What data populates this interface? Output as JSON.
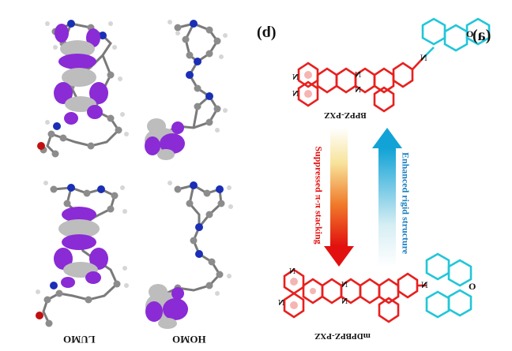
{
  "panel_labels": {
    "left": "(b)",
    "right": "(a)"
  },
  "molecules": {
    "top": "BPPZ-PXZ",
    "bottom": "mDPBPZ-PXZ"
  },
  "arrows": {
    "red": "Suppressed π-π stacking",
    "blue": "Enhanced rigid structure"
  },
  "orbital_labels": {
    "lumo": "LUMO",
    "homo": "HOMO"
  },
  "atom_labels": {
    "n": "N",
    "o": "O"
  },
  "colors": {
    "red_ring": "#e8201e",
    "cyan_ring": "#21c6d8",
    "lobe_purple": "#8a2bd6",
    "lobe_gray": "#bdbdbd",
    "carbon": "#8c8c8c",
    "nitrogen": "#1a2fb5",
    "oxygen": "#c01010"
  }
}
